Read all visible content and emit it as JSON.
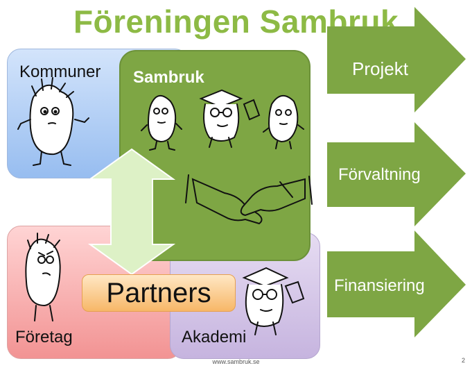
{
  "title": "Föreningen Sambruk",
  "groups": {
    "kommuner": "Kommuner",
    "sambruk": "Sambruk",
    "foretag": "Företag",
    "akademi": "Akademi"
  },
  "partners": "Partners",
  "arrows": [
    "Projekt",
    "Förvaltning",
    "Finansiering"
  ],
  "footer": {
    "url": "www.sambruk.se",
    "page": "2"
  },
  "colors": {
    "title": "#8dba45",
    "sambruk": "#7ea644",
    "arrow": "#7ea644",
    "double_arrow": "#ddf1c6"
  },
  "icons": [
    "cartoon-person-icon",
    "graduate-person-icon",
    "handshake-icon",
    "double-arrow-icon"
  ]
}
